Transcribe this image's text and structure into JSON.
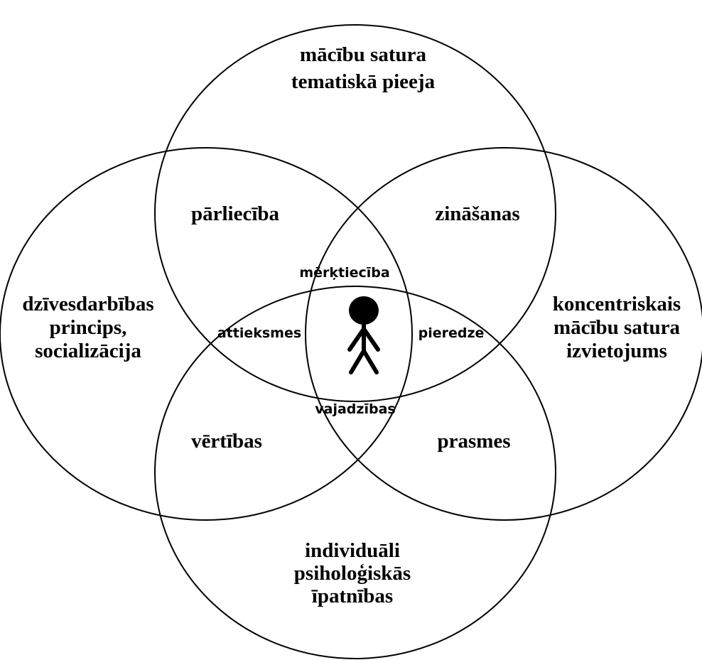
{
  "circles": {
    "top": [
      "mācību satura",
      "tematiskā pieeja"
    ],
    "left": [
      "dzīvesdarbības",
      "princips,",
      "socializācija"
    ],
    "right": [
      "koncentriskais",
      "mācību satura",
      "izvietojums"
    ],
    "bottom": [
      "individuāli",
      "psiholoģiskās",
      "īpatnības"
    ]
  },
  "overlaps": {
    "top_left": "pārliecība",
    "top_right": "zināšanas",
    "bottom_left": "vērtības",
    "bottom_right": "prasmes"
  },
  "center": {
    "top": "mērķtiecība",
    "left": "attieksmes",
    "right": "pieredze",
    "bottom": "vajadzības"
  },
  "colors": {
    "stroke": "#000000",
    "background": "#ffffff"
  },
  "icons": {
    "figure": "person-icon"
  }
}
